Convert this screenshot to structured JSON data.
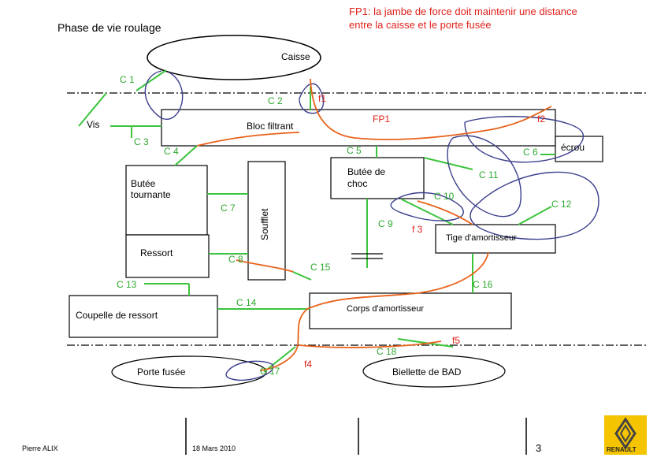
{
  "header": {
    "phase": "Phase de vie roulage",
    "fp1_line1": "FP1: la jambe de force doit maintenir une distance",
    "fp1_line2": "entre la caisse et le porte fusée"
  },
  "components": {
    "caisse": "Caisse",
    "vis": "Vis",
    "bloc_filtrant": "Bloc filtrant",
    "ecrou": "écrou",
    "butee_tournante_1": "Butée",
    "butee_tournante_2": "tournante",
    "butee_choc_1": "Butée de",
    "butee_choc_2": "choc",
    "soufflet": "Soufflet",
    "ressort": "Ressort",
    "tige": "Tige d'amortisseur",
    "coupelle": "Coupelle de ressort",
    "corps": "Corps d'amortisseur",
    "porte_fusee": "Porte fusée",
    "biellette": "Biellette de BAD"
  },
  "contacts": {
    "c1": "C 1",
    "c2": "C 2",
    "c3": "C 3",
    "c4": "C 4",
    "c5": "C 5",
    "c6": "C 6",
    "c7": "C 7",
    "c8": "C 8",
    "c9": "C 9",
    "c10": "C 10",
    "c11": "C 11",
    "c12": "C 12",
    "c13": "C 13",
    "c14": "C 14",
    "c15": "C 15",
    "c16": "C 16",
    "c17": "C 17",
    "c18": "C 18"
  },
  "functions": {
    "fp1": "FP1",
    "f1": "f1",
    "f2": "f2",
    "f3": "f 3",
    "f4": "f4",
    "f5": "f5"
  },
  "footer": {
    "author": "Pierre ALIX",
    "date": "18 Mars 2010",
    "page": "3",
    "brand": "RENAULT"
  },
  "colors": {
    "contact_line": "#3cc43c",
    "function_line": "#e8621a",
    "function_text": "#e0201a",
    "loop": "#3b3f8c",
    "logo": "#f5c400"
  }
}
